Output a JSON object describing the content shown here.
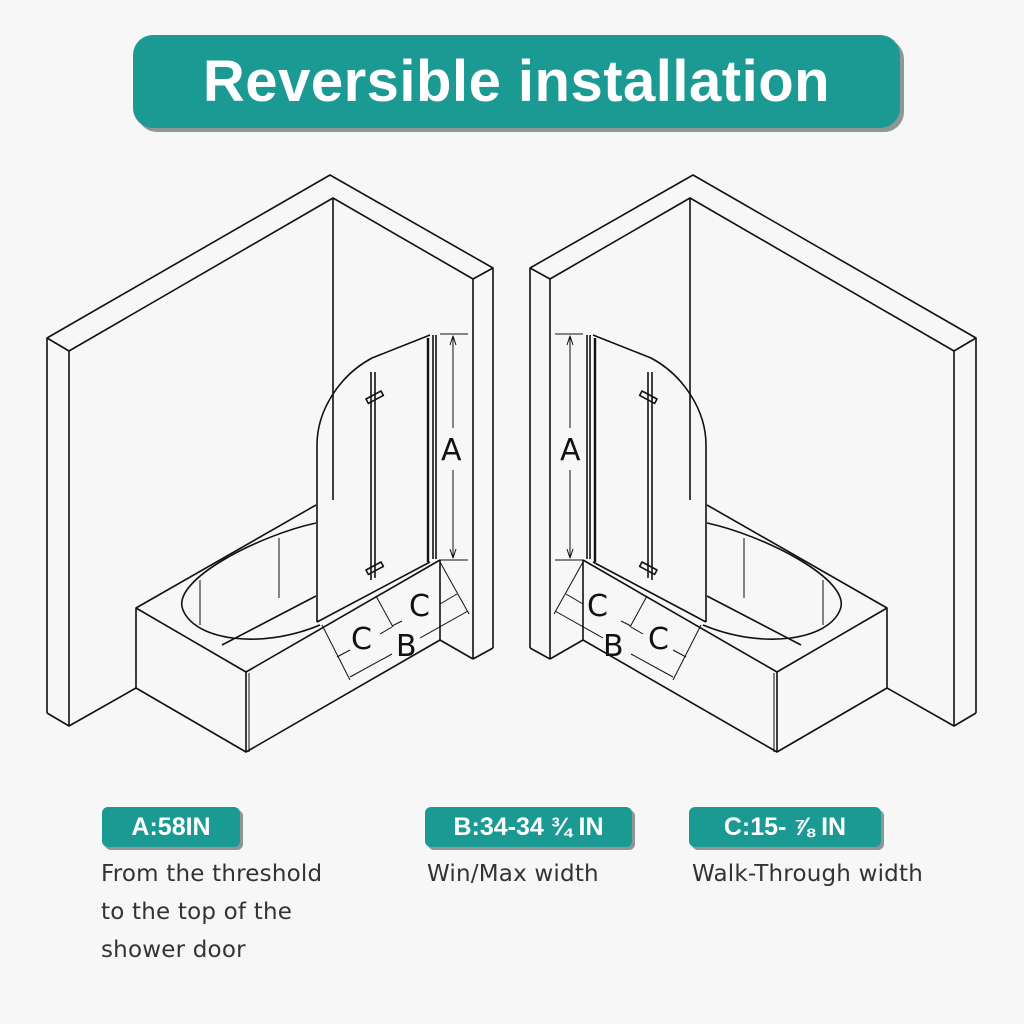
{
  "banner": {
    "title": "Reversible installation",
    "color": "#1b9a94"
  },
  "diagrams": [
    {
      "name": "left-hand-installation",
      "labels": [
        "A",
        "B",
        "C",
        "C"
      ]
    },
    {
      "name": "right-hand-installation",
      "labels": [
        "A",
        "B",
        "C",
        "C"
      ]
    }
  ],
  "specs": [
    {
      "badge": "A:58IN",
      "description_lines": [
        "From the threshold",
        "to the top of the",
        "shower door"
      ]
    },
    {
      "badge": "B:34-34 ¾ IN",
      "description_lines": [
        "Win/Max width"
      ]
    },
    {
      "badge": "C:15- ⅞ IN",
      "description_lines": [
        "Walk-Through width"
      ]
    }
  ],
  "labels": {
    "A": "A",
    "B": "B",
    "C": "C"
  }
}
